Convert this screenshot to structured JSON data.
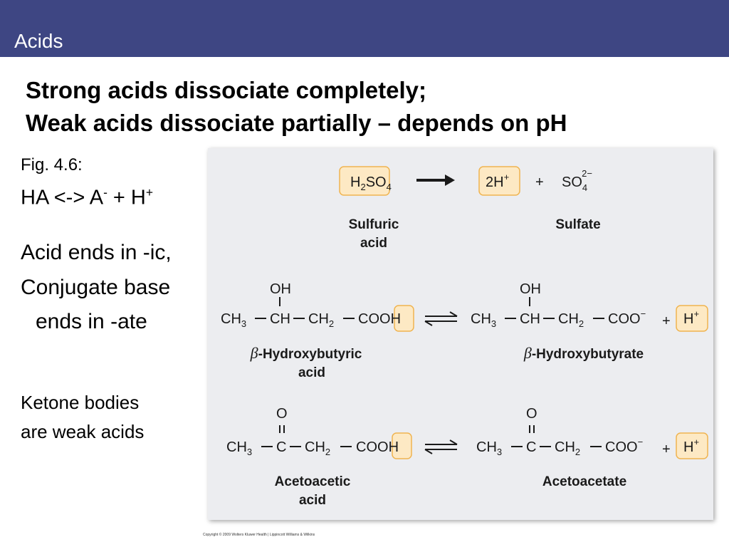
{
  "header": {
    "title": "Acids"
  },
  "headings": {
    "line1": "Strong acids dissociate completely;",
    "line2": "Weak acids dissociate partially – depends on pH"
  },
  "left": {
    "fig_label": "Fig. 4.6:",
    "eq": {
      "ha": "HA <-> A",
      "a_sup": "-",
      "plus_h": " + H",
      "h_sup": "+"
    },
    "acid_line1": "Acid ends in -ic,",
    "acid_line2": "Conjugate base",
    "acid_line3": "ends in -ate",
    "ketone_line1": "Ketone bodies",
    "ketone_line2": "are weak acids"
  },
  "figure": {
    "sulfuric": {
      "formula": {
        "h": "H",
        "two": "2",
        "so": "SO",
        "four": "4"
      },
      "product1": {
        "base": "2H",
        "sup": "+"
      },
      "plus": "+",
      "product2": {
        "base": "SO",
        "sub": "4",
        "sup": "2−"
      },
      "acid_label_line1": "Sulfuric",
      "acid_label_line2": "acid",
      "base_label": "Sulfate"
    },
    "hydroxy": {
      "oh": "OH",
      "ch3": "CH",
      "ch3_sub": "3",
      "ch": "CH",
      "ch2": "CH",
      "ch2_sub": "2",
      "cooh": "COO",
      "h": "H",
      "coo": "COO",
      "minus": "−",
      "plus": "+",
      "hplus": "H",
      "hplus_sup": "+",
      "beta": "β",
      "acid_label_line1": "-Hydroxybutyric",
      "acid_label_line2": "acid",
      "base_label": "-Hydroxybutyrate"
    },
    "aceto": {
      "o": "O",
      "ch3": "CH",
      "ch3_sub": "3",
      "c": "C",
      "ch2": "CH",
      "ch2_sub": "2",
      "cooh": "COO",
      "h": "H",
      "coo": "COO",
      "minus": "−",
      "plus": "+",
      "hplus": "H",
      "hplus_sup": "+",
      "acid_label_line1": "Acetoacetic",
      "acid_label_line2": "acid",
      "base_label": "Acetoacetate"
    },
    "highlight_fill": "#fde9c4",
    "highlight_stroke": "#f0b450"
  },
  "footer": {
    "copyright": "Copyright © 2009 Wolters Kluwer Health | Lippincott Williams & Wilkins"
  }
}
